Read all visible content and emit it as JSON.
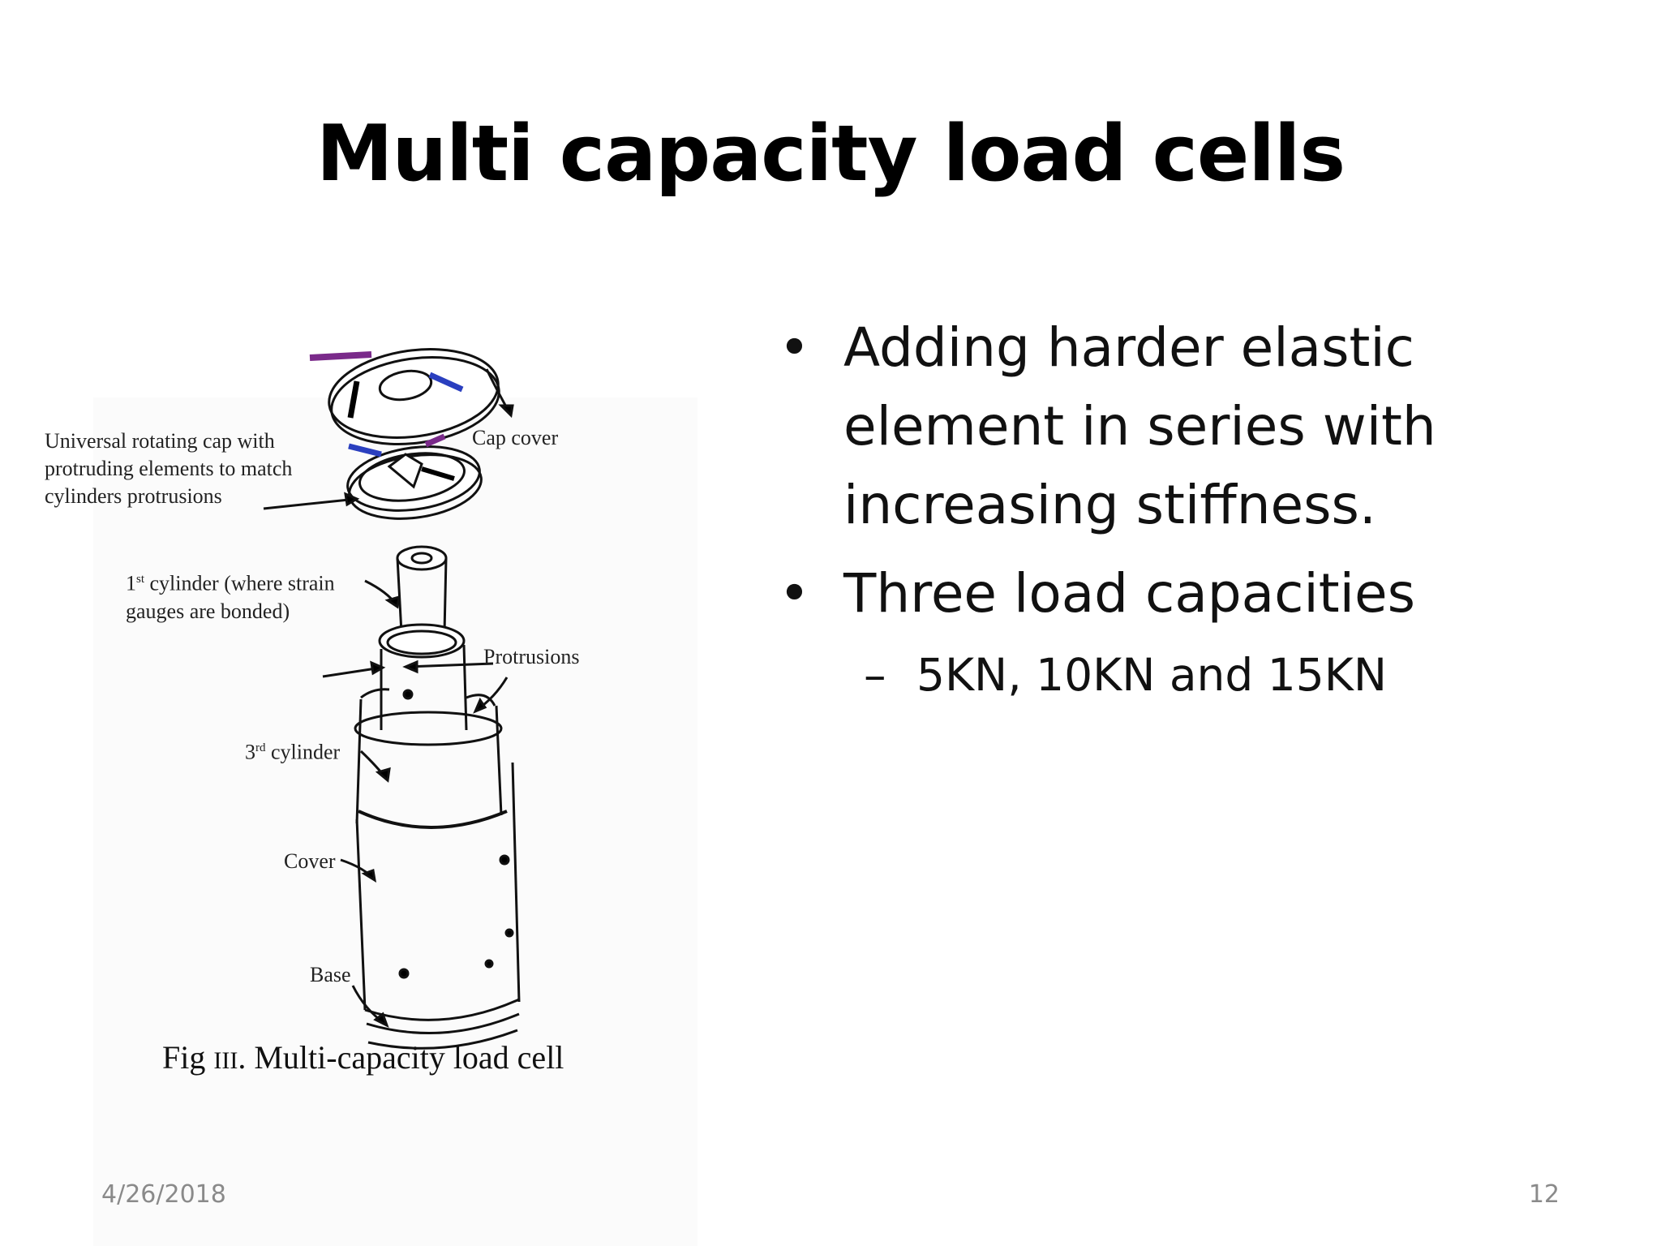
{
  "slide": {
    "title": "Multi capacity load cells",
    "date": "4/26/2018",
    "page_number": "12"
  },
  "bullets": [
    {
      "text": "Adding harder elastic element in series with increasing stiffness."
    },
    {
      "text": "Three load capacities",
      "sub": [
        "5KN, 10KN and 15KN"
      ]
    }
  ],
  "figure": {
    "labels": {
      "cap": "Universal rotating cap with protruding elements to match cylinders protrusions",
      "cap_cover": "Cap cover",
      "cyl1_prefix": "1",
      "cyl1_sup": "st",
      "cyl1_rest": " cylinder (where strain gauges are bonded)",
      "protrusions": "Protrusions",
      "cyl3_prefix": "3",
      "cyl3_sup": "rd",
      "cyl3_rest": " cylinder",
      "cover": "Cover",
      "base": "Base"
    },
    "caption_prefix": "Fig",
    "caption_numeral": "III",
    "caption_rest": ". Multi-capacity load cell"
  }
}
